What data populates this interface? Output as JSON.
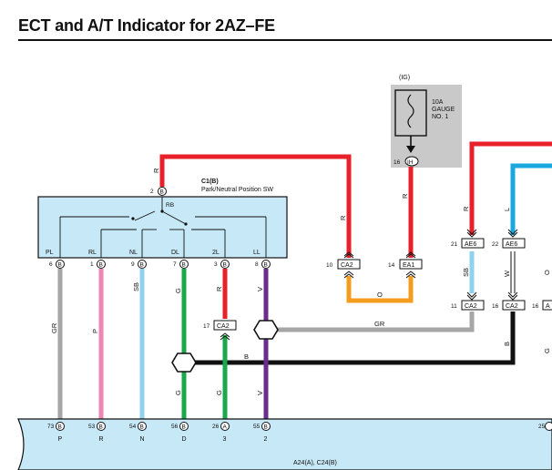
{
  "title": "ECT and A/T Indicator for 2AZ–FE",
  "colors": {
    "red": "#e8202a",
    "blue": "#1aa7e0",
    "orange": "#f39c1e",
    "gray": "#a6a6a6",
    "pink": "#ee85b5",
    "light_blue": "#8fd1ee",
    "green": "#1aa84a",
    "violet": "#6a2c8f",
    "black": "#111111",
    "switch_fill": "#c7e8f6",
    "ecm_fill": "#c7e8f6",
    "fuse_fill": "#c9c9c9"
  },
  "fuse": {
    "supply": "(IG)",
    "rating": "10A",
    "name_line1": "GAUGE",
    "name_line2": "NO. 1",
    "pin": "16",
    "connector": "IH",
    "icon": "fuse-icon"
  },
  "switch": {
    "code": "C1(B)",
    "name": "Park/Neutral Position SW",
    "input_pin": "2",
    "input_letter": "B",
    "input_wire": "R",
    "common_label": "RB",
    "terminals": [
      {
        "label": "PL",
        "pin": "6",
        "letter": "B"
      },
      {
        "label": "RL",
        "pin": "1",
        "letter": "B"
      },
      {
        "label": "NL",
        "pin": "9",
        "letter": "B"
      },
      {
        "label": "DL",
        "pin": "7",
        "letter": "B"
      },
      {
        "label": "2L",
        "pin": "3",
        "letter": "B"
      },
      {
        "label": "LL",
        "pin": "8",
        "letter": "B"
      }
    ]
  },
  "wires": {
    "pl": "GR",
    "rl": "P",
    "nl": "SB",
    "dl_upper": "G",
    "dl_lower": "G",
    "l2_upper": "R",
    "l2_lower": "G",
    "ll_upper": "V",
    "ll_lower": "V",
    "r_to_ca2": "R",
    "r_fuse_down": "R",
    "orange": "O",
    "gray_h": "GR",
    "black_h": "B",
    "r_ae6": "R",
    "sb_ae6": "SB",
    "l_ae6": "L",
    "w_ae6": "W",
    "b_right": "B",
    "o_right": "O",
    "g_right": "G"
  },
  "connectors": {
    "ca2_10": {
      "pin": "10",
      "code": "CA2"
    },
    "ea1_14": {
      "pin": "14",
      "code": "EA1"
    },
    "ca2_17": {
      "pin": "17",
      "code": "CA2"
    },
    "ae6_21": {
      "pin": "21",
      "code": "AE6"
    },
    "ae6_22": {
      "pin": "22",
      "code": "AE6"
    },
    "ca2_11": {
      "pin": "11",
      "code": "CA2"
    },
    "ca2_16": {
      "pin": "16",
      "code": "CA2"
    },
    "ca2_16b": {
      "pin": "16",
      "code": "A"
    }
  },
  "ecm": {
    "name": "A24(A), C24(B)",
    "terminals": [
      {
        "pin": "73",
        "letter": "B",
        "label": "P"
      },
      {
        "pin": "53",
        "letter": "B",
        "label": "R"
      },
      {
        "pin": "54",
        "letter": "B",
        "label": "N"
      },
      {
        "pin": "56",
        "letter": "B",
        "label": "D"
      },
      {
        "pin": "26",
        "letter": "A",
        "label": "3"
      },
      {
        "pin": "55",
        "letter": "B",
        "label": "2"
      }
    ],
    "right_pin": "25"
  }
}
